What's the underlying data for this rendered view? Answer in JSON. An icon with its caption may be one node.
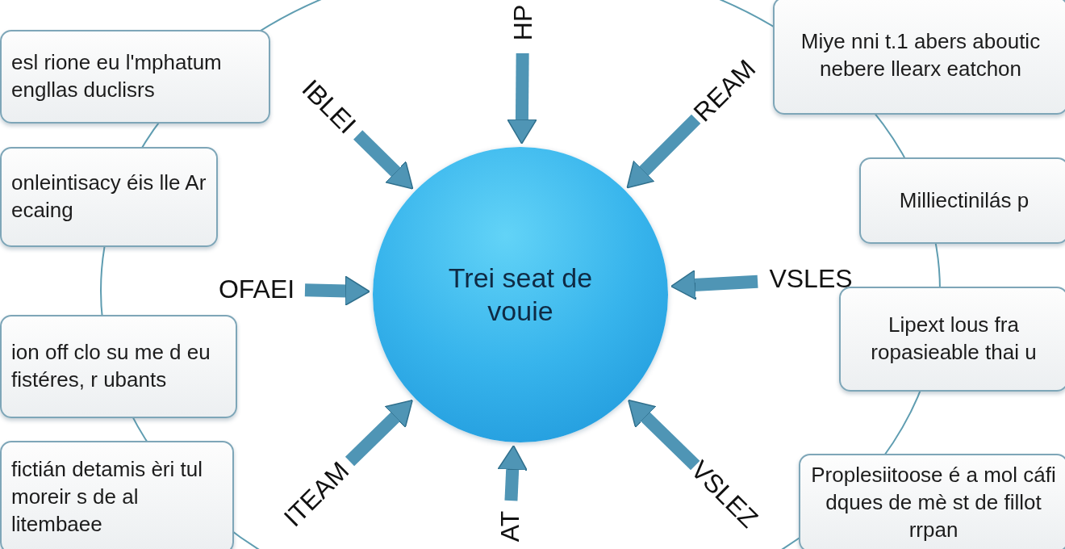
{
  "diagram": {
    "nodes": [
      {
        "text": [
          "Trei seat de vouie"
        ]
      },
      {
        "text": [
          "HP"
        ]
      },
      {
        "text": [
          "REAM"
        ]
      },
      {
        "text": [
          "VSLES"
        ]
      },
      {
        "text": [
          "VSLEZ"
        ]
      },
      {
        "text": [
          "AT"
        ]
      },
      {
        "text": [
          "ITEAM"
        ]
      },
      {
        "text": [
          "OFAEI"
        ]
      },
      {
        "text": [
          "IBLEI"
        ]
      },
      {
        "text": [
          "esl rione eu l'mphatum engllas duclisrs"
        ]
      },
      {
        "text": [
          "onleintisacy éis lle Ar ecaing"
        ]
      },
      {
        "text": [
          "ion off clo su me d eu fistéres, r ubants"
        ]
      },
      {
        "text": [
          "fictián detamis èri tul moreir s de al litembaee"
        ]
      },
      {
        "text": [
          "Miye nni t.1 abers aboutic nebere llearx eatchon"
        ]
      },
      {
        "text": [
          "Milliectinilás p"
        ]
      },
      {
        "text": [
          "Lipext lous fra ropasieable thai u"
        ]
      },
      {
        "text": [
          "Proplesiitoose é a mol cáfi dques de mè st de fillot rrpan"
        ]
      }
    ],
    "edges": [
      {
        "from": 1,
        "to": 0,
        "arrow": "to"
      },
      {
        "from": 2,
        "to": 0,
        "arrow": "to"
      },
      {
        "from": 3,
        "to": 0,
        "arrow": "to"
      },
      {
        "from": 4,
        "to": 0,
        "arrow": "to"
      },
      {
        "from": 5,
        "to": 0,
        "arrow": "to"
      },
      {
        "from": 6,
        "to": 0,
        "arrow": "to"
      },
      {
        "from": 7,
        "to": 0,
        "arrow": "to"
      },
      {
        "from": 8,
        "to": 0,
        "arrow": "to"
      }
    ]
  }
}
